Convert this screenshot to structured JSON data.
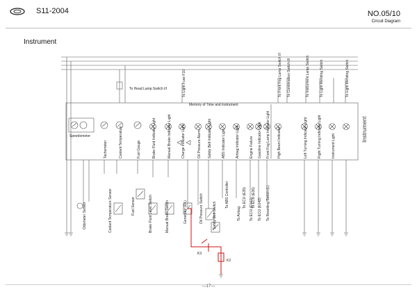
{
  "header": {
    "model": "S11-2004",
    "number": "NO.05/10",
    "subtitle": "Circuit Diagram",
    "page": "—17—"
  },
  "section_title": "Instrument",
  "instrument_label": "Instrument",
  "top_labels": [
    "To Head Lamp Switch I/I",
    "To Light Fuse F10",
    "To Front Fog Lamp Switch I/I",
    "To Combination Switch I/I",
    "To Instrument Lamp Switch",
    "To Light Mending Switch"
  ],
  "memory_label": "Memory of Time and Instrument",
  "indicators": [
    "Speedometer",
    "Tachometer",
    "Coolant Temperature",
    "Fuel Gauge",
    "Brake Fluid Indicator Light",
    "Manual Brake Indicator Light",
    "Charge Indicator Light",
    "Oil Pressure Alarm",
    "Safety Belt Indicator Light",
    "ABS Indicator Light",
    "Airbag Indicator Light",
    "Engine Failure",
    "Gasoline Indicator Light",
    "Front Fog Lamp Indicator Light",
    "High Beam Indicator",
    "Left Turning Indicator Light",
    "Right Turning Indicator Light",
    "Instrument Light"
  ],
  "sensors": [
    "Odometer Sensor",
    "Coolant Temperature Sensor",
    "Fuel Sensor",
    "Brake Fluid Level Switch",
    "Manual Brake Switch",
    "Generator (D+)",
    "Oil Pressure Switch",
    "Safety Belt Switch"
  ],
  "bottom_labels": [
    "To Airbag",
    "To ECU (E043)",
    "To ECU (E042)",
    "To Resetting Switch (L)",
    "To ABS Controller",
    "To ECU (E35)",
    "To ECU (E36)"
  ],
  "relays": [
    "K3",
    "K2"
  ],
  "colors": {
    "line": "#333333",
    "highlight": "#cc1111"
  }
}
